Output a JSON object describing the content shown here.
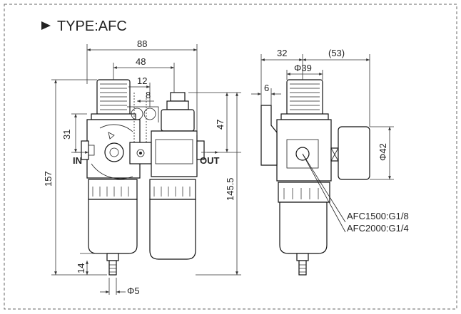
{
  "title": "TYPE:AFC",
  "labels": {
    "in": "IN",
    "out": "OUT",
    "port_a": "AFC1500:G1/8",
    "port_b": "AFC2000:G1/4"
  },
  "dims": {
    "d88": "88",
    "d48": "48",
    "d12": "12",
    "d8": "8",
    "d31": "31",
    "d157": "157",
    "d47": "47",
    "d145": "145.5",
    "d14": "14",
    "phi5": "Φ5",
    "d32": "32",
    "d53": "(53)",
    "phi39": "Φ39",
    "d6": "6",
    "phi42": "Φ42"
  },
  "colors": {
    "line": "#111111",
    "frame": "#666666"
  }
}
